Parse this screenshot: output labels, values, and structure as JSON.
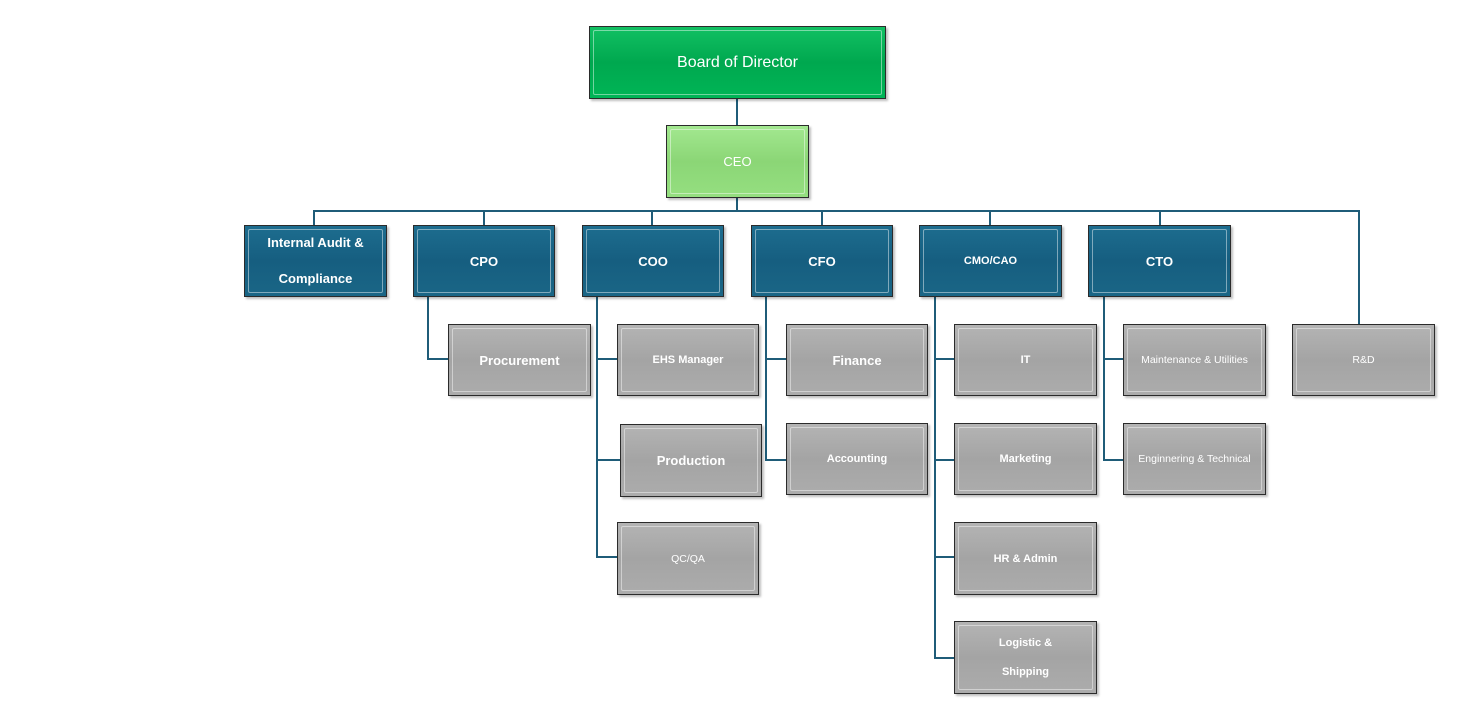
{
  "org_chart": {
    "board": "Board of Director",
    "ceo": "CEO",
    "executives": {
      "audit": "Internal Audit & Compliance",
      "cpo": "CPO",
      "coo": "COO",
      "cfo": "CFO",
      "cmo": "CMO/CAO",
      "cto": "CTO"
    },
    "departments": {
      "procurement": "Procurement",
      "ehs": "EHS Manager",
      "production": "Production",
      "qcqa": "QC/QA",
      "finance": "Finance",
      "accounting": "Accounting",
      "it": "IT",
      "marketing": "Marketing",
      "hr": "HR & Admin",
      "logistic": "Logistic & Shipping",
      "maintenance": "Maintenance & Utilities",
      "engineering": "Enginnering & Technical",
      "rnd": "R&D"
    },
    "colors": {
      "board": "#00b050",
      "ceo": "#92d050",
      "executive": "#1a6084",
      "department": "#a6a6a6",
      "connector": "#1f5c78"
    }
  }
}
